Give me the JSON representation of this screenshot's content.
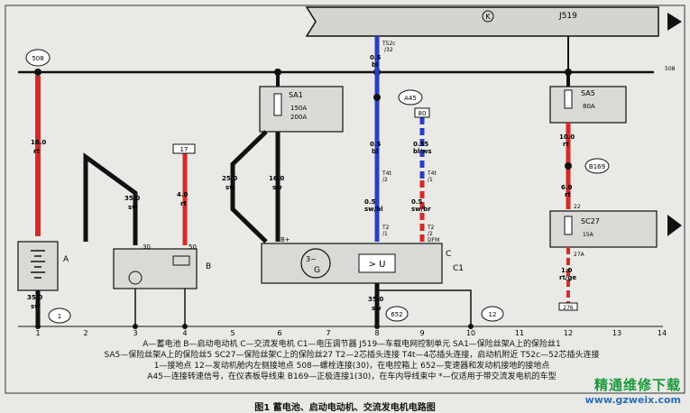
{
  "caption": "图1 蓄电池、启动电动机、交流发电机电路图",
  "header_box": {
    "symbol": "K",
    "label": "J519"
  },
  "bus_label": "508",
  "connectors": {
    "c_508": "508",
    "c_1": "1",
    "c_12": "12",
    "c_a45": "A45",
    "c_652": "652",
    "c_b169": "B169",
    "c_17": "17",
    "c_50": "50"
  },
  "components": {
    "A": "A",
    "B": "B",
    "C": "C",
    "C1": "C1",
    "sa1_name": "SA1",
    "sa1_ratings": [
      "150A",
      "200A"
    ],
    "sa5_name": "SA5",
    "sa5_rating": "80A",
    "sc27_name": "SC27",
    "sc27_rating": "15A",
    "alt_u": "> U",
    "alt_g": "G",
    "alt_3": "3~"
  },
  "wires": {
    "w_batt": [
      "16.0",
      "rt"
    ],
    "w_start30": [
      "35.0",
      "sw"
    ],
    "w_start50": [
      "4.0",
      "rt"
    ],
    "w_alt_a": [
      "25.0",
      "sw"
    ],
    "w_alt_b": [
      "16.0",
      "sw"
    ],
    "w_j519": [
      "0.5",
      "bl"
    ],
    "w_blue2": [
      "0.5",
      "bl"
    ],
    "w_blws": [
      "0.35",
      "bl/ws"
    ],
    "w_swbl": [
      "0.5",
      "sw/bl"
    ],
    "w_swbr": [
      "0.5",
      "sw/br"
    ],
    "w_sa5": [
      "10.0",
      "rt"
    ],
    "w_sa5b": [
      "6.0",
      "rt"
    ],
    "w_rtge": [
      "1.0",
      "rt/ge"
    ],
    "w_gnd": [
      "35.0",
      "sw"
    ],
    "w_c652": [
      "35.0",
      "sw"
    ]
  },
  "pins": {
    "t52c": "T52c",
    "t52c_n": "/32",
    "t4t1": "T4t",
    "t4t1_n": "/2",
    "t4t2": "T4t",
    "t4t2_n": "/1",
    "t2a": "T2",
    "t2a_n": "/1",
    "t2b": "T2",
    "t2b_n": "/2",
    "dfm": "DFM",
    "b_plus": "B+",
    "p30": "30",
    "p50": "50",
    "p22": "22",
    "p27a": "27A",
    "p276": "276",
    "p80": "80"
  },
  "grid_numbers": [
    "1",
    "2",
    "3",
    "4",
    "5",
    "6",
    "7",
    "8",
    "9",
    "10",
    "11",
    "12",
    "13",
    "14"
  ],
  "legend_lines": [
    "A—蓄电池    B—启动电动机    C—交流发电机    C1—电压调节器    J519—车载电网控制单元    SA1—保险丝架A上的保险丝1",
    "SA5—保险丝架A上的保险丝5    SC27—保险丝架C上的保险丝27    T2—2芯插头连接    T4t—4芯插头连接，启动机附近    T52c—52芯插头连接",
    "1—接地点    12—发动机舱内左侧接地点    508—螺栓连接(30)，在电控箱上    652—变速器和发动机接地的接地点",
    "A45—连接转速信号，在仪表板导线束    B169—正极连接1(30)，在车内导线束中    *—仅适用于带交流发电机的车型"
  ],
  "watermark": {
    "name": "精通维修下载",
    "url": "www.gzweix.com"
  },
  "colors": {
    "red": "#d42a2a",
    "blue": "#2a3fc0",
    "black": "#111111",
    "box": "#d9d9d6",
    "bg": "#e9e9e6"
  }
}
